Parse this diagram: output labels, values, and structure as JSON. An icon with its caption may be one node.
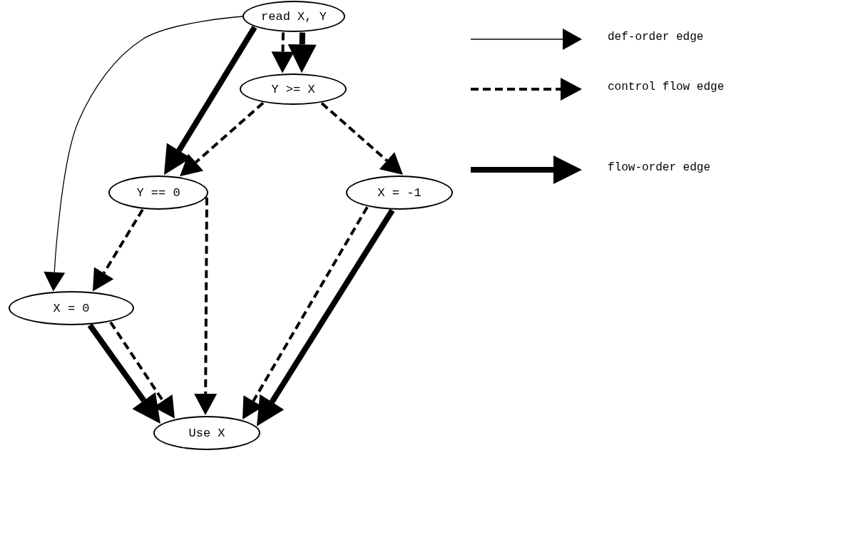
{
  "diagram": {
    "nodes": [
      {
        "text": [
          "read X, Y"
        ]
      },
      {
        "text": [
          "Y >= X"
        ]
      },
      {
        "text": [
          "Y == 0"
        ]
      },
      {
        "text": [
          "X = -1"
        ]
      },
      {
        "text": [
          "X = 0"
        ]
      },
      {
        "text": [
          "Use X"
        ]
      }
    ],
    "edges": [
      {
        "from": 0,
        "to": 4,
        "arrow": "to"
      },
      {
        "from": 0,
        "to": 1,
        "arrow": "to",
        "style": "dashed"
      },
      {
        "from": 0,
        "to": 1,
        "arrow": "to",
        "style": "thick"
      },
      {
        "from": 0,
        "to": 2,
        "arrow": "to",
        "style": "thick"
      },
      {
        "from": 1,
        "to": 2,
        "arrow": "to",
        "style": "dashed"
      },
      {
        "from": 1,
        "to": 3,
        "arrow": "to",
        "style": "dashed"
      },
      {
        "from": 2,
        "to": 4,
        "arrow": "to",
        "style": "dashed"
      },
      {
        "from": 2,
        "to": 5,
        "arrow": "to",
        "style": "dashed"
      },
      {
        "from": 3,
        "to": 5,
        "arrow": "to",
        "style": "dashed"
      },
      {
        "from": 3,
        "to": 5,
        "arrow": "to",
        "style": "thick"
      },
      {
        "from": 4,
        "to": 5,
        "arrow": "to",
        "style": "dashed"
      },
      {
        "from": 4,
        "to": 5,
        "arrow": "to",
        "style": "thick"
      }
    ],
    "legend": [
      {
        "text": "def-order edge"
      },
      {
        "text": "control flow edge"
      },
      {
        "text": "flow-order edge"
      }
    ]
  }
}
